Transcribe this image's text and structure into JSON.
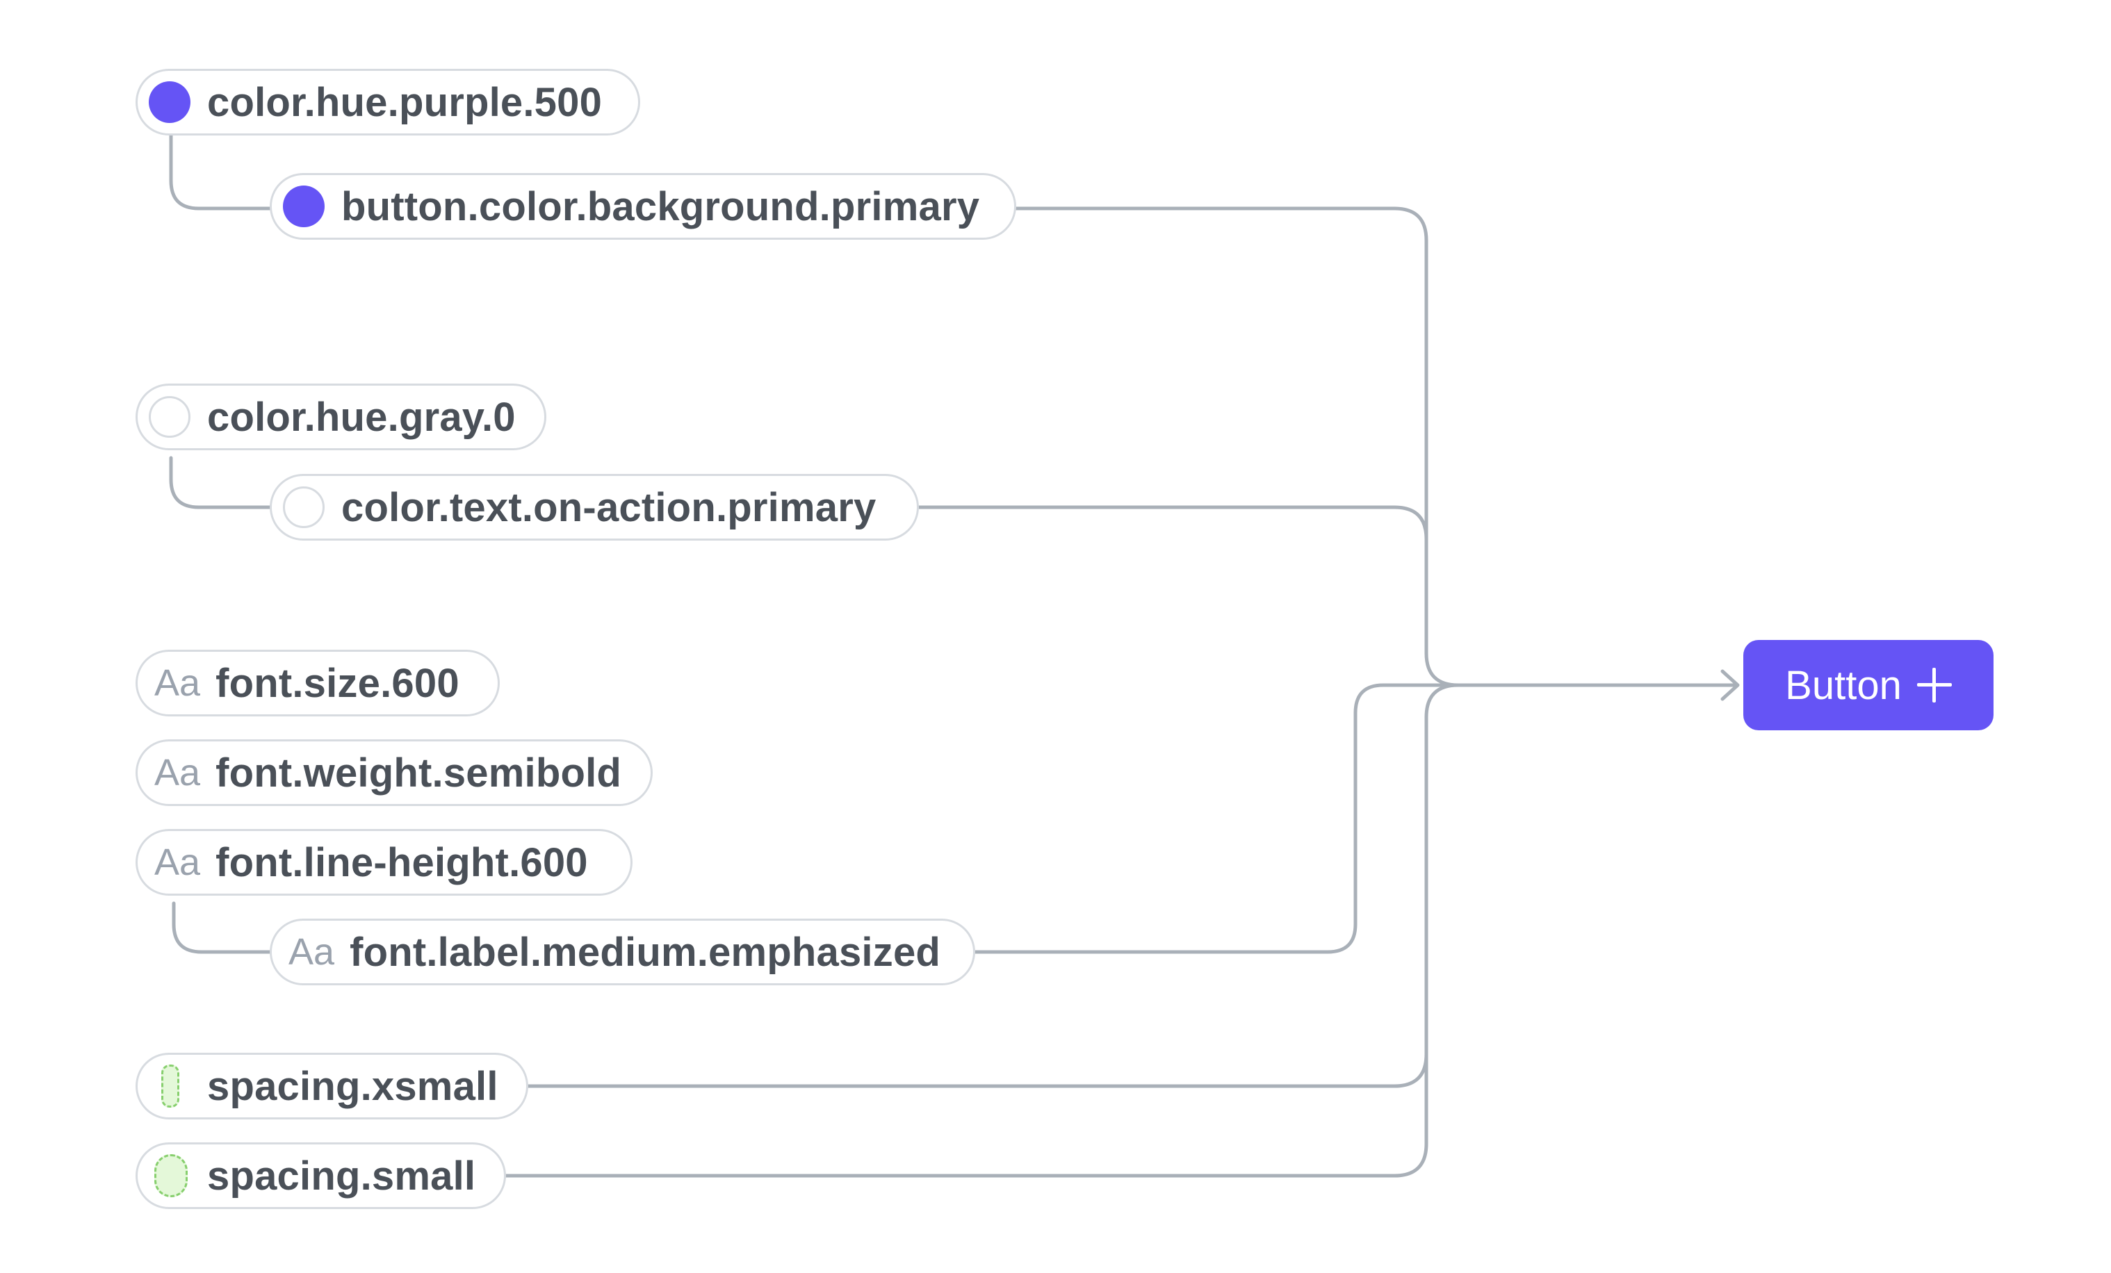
{
  "tokens": {
    "purple_500": {
      "label": "color.hue.purple.500",
      "swatch_color": "#6554f5"
    },
    "bg_primary": {
      "label": "button.color.background.primary",
      "swatch_color": "#6554f5"
    },
    "gray_0": {
      "label": "color.hue.gray.0",
      "swatch_color": "#ffffff"
    },
    "text_on_action": {
      "label": "color.text.on-action.primary",
      "swatch_color": "#ffffff"
    },
    "font_size": {
      "icon": "Aa",
      "label": "font.size.600"
    },
    "font_weight": {
      "icon": "Aa",
      "label": "font.weight.semibold"
    },
    "font_line_height": {
      "icon": "Aa",
      "label": "font.line-height.600"
    },
    "font_label": {
      "icon": "Aa",
      "label": "font.label.medium.emphasized"
    },
    "spacing_xsmall": {
      "label": "spacing.xsmall",
      "icon": "spacing-swatch-icon"
    },
    "spacing_small": {
      "label": "spacing.small",
      "icon": "spacing-swatch-icon"
    }
  },
  "button": {
    "label": "Button",
    "icon": "plus-icon",
    "background": "#6554f5",
    "text_color": "#ffffff"
  },
  "connector_color": "#a9b0b8"
}
